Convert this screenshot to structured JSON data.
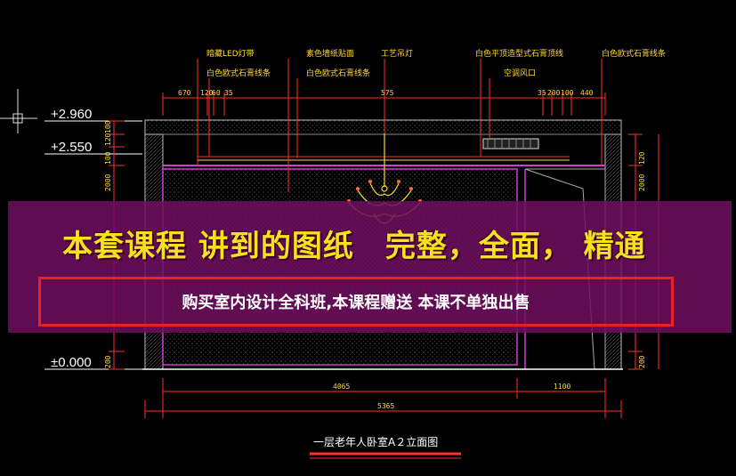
{
  "drawing": {
    "elevations": [
      "+2.960",
      "+2.550",
      "±0.000"
    ],
    "annotations": {
      "led_strip": "暗藏LED灯带",
      "white_euro_stone_1": "白色欧式石膏线条",
      "fabric_softpack": "素色墙纸贴面",
      "white_euro_stone_2": "白色欧式石膏线条",
      "crafted_lamp": "工艺吊灯",
      "arc_ceiling_line": "白色平顶造型式石膏顶线",
      "ac_outlet": "空调风口",
      "white_euro_stone_3": "白色欧式石膏线条"
    },
    "top_dimensions": [
      "670",
      "120",
      "60",
      "35",
      "575",
      "35",
      "200",
      "100",
      "440"
    ],
    "left_dimensions": [
      "100",
      "120",
      "100",
      "2000",
      "200"
    ],
    "right_dimensions": [
      "120",
      "2000",
      "200"
    ],
    "bottom_dimensions": {
      "segment_a": "4065",
      "segment_b": "1100",
      "total": "5365"
    },
    "title": "一层老年人卧室A２立面图"
  },
  "overlay": {
    "headline": "本套课程 讲到的图纸　完整，全面，  精通",
    "subline": "购买室内设计全科班,本课程赠送 本课不单独出售"
  },
  "colors": {
    "background": "#000000",
    "cad_yellow": "#ffd633",
    "cad_red": "#ff3030",
    "cad_magenta": "#d13cd1",
    "banner_purple": "#700e60",
    "headline_yellow": "#f7e01c",
    "subline_border": "#e6232a"
  }
}
